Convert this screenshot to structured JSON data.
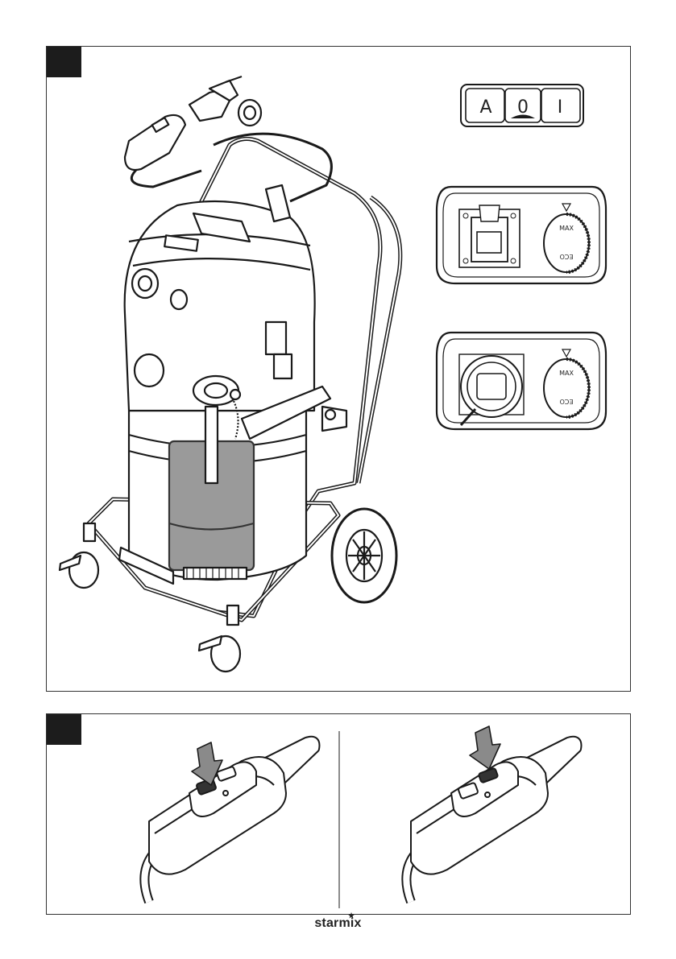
{
  "figure1": {
    "switch_panel": {
      "positions": [
        "A",
        "0",
        "I"
      ]
    },
    "control_panel": {
      "dial_max_label": "MAX",
      "dial_eco_label": "ECO"
    }
  },
  "brand": {
    "logo_text": "starmix"
  }
}
